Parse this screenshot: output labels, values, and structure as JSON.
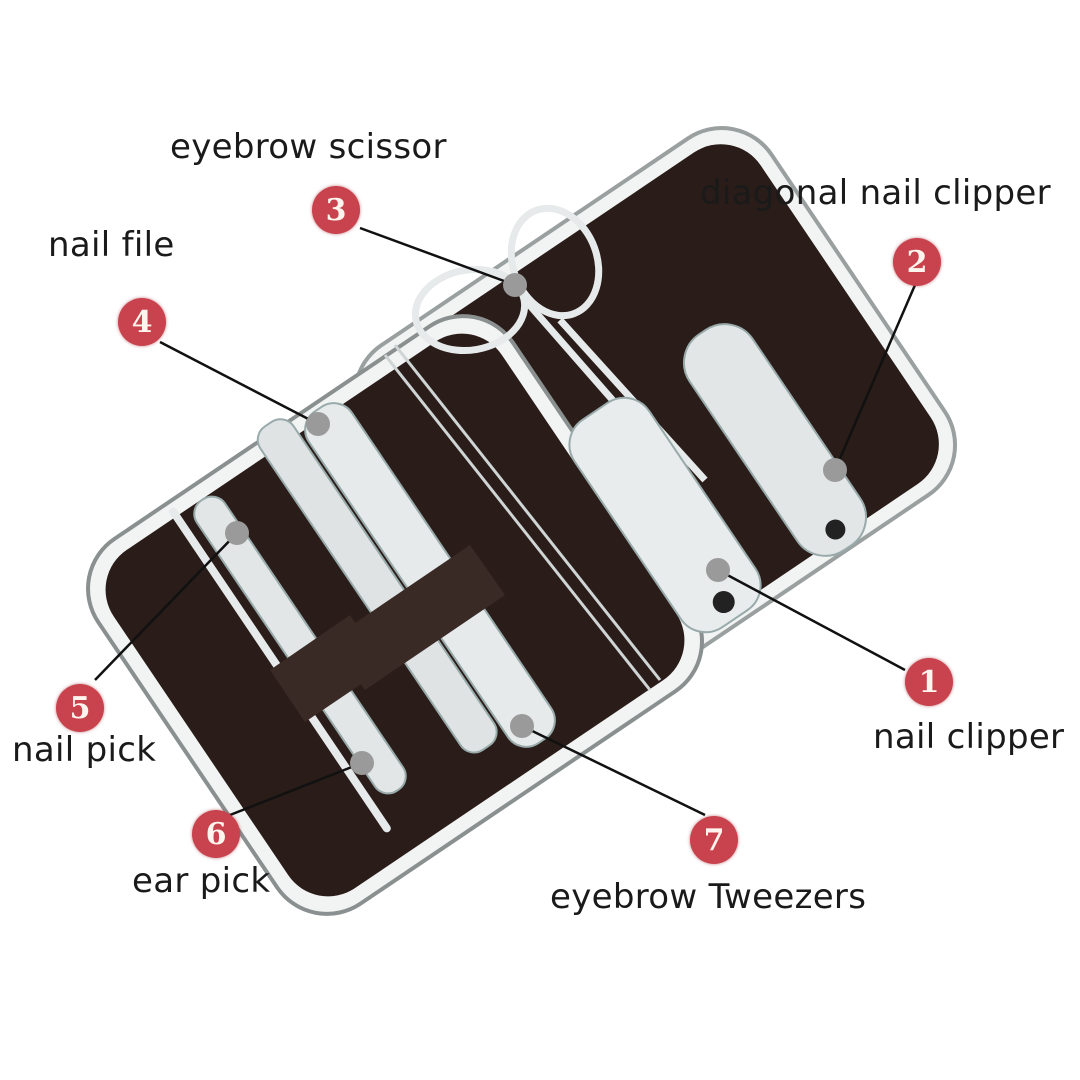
{
  "diagram": {
    "subject": "nail care kit",
    "colors": {
      "badge": "#c8434d",
      "leader_line": "#111111",
      "case_lining": "#2a1c18",
      "case_frame": "#e8eceb",
      "steel": "#dfe3e4",
      "strap": "#3a2a26",
      "anchor_dot": "#9a9a9a"
    },
    "callouts": [
      {
        "number": "1",
        "label": "nail clipper"
      },
      {
        "number": "2",
        "label": "diagonal nail clipper"
      },
      {
        "number": "3",
        "label": "eyebrow scissor"
      },
      {
        "number": "4",
        "label": "nail file"
      },
      {
        "number": "5",
        "label": "nail pick"
      },
      {
        "number": "6",
        "label": "ear pick"
      },
      {
        "number": "7",
        "label": "eyebrow Tweezers"
      }
    ]
  }
}
